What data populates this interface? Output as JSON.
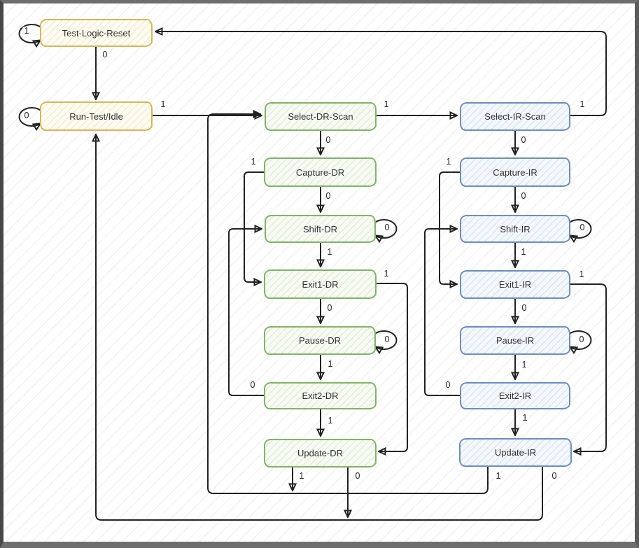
{
  "diagram": {
    "kind": "state-machine",
    "columns": [
      "reset-idle",
      "data-register-scan",
      "instruction-register-scan"
    ]
  },
  "colors": {
    "yellow_border": "#d6b656",
    "yellow_fill": "#fffcf3",
    "green_border": "#82b366",
    "green_fill": "#f7fbf4",
    "blue_border": "#6c8ebf",
    "blue_fill": "#f4f8fd",
    "edge_stroke": "#222222",
    "frame_gray": "#6e6e6e"
  },
  "nodes": [
    {
      "id": "test-logic-reset",
      "label": "Test-Logic-Reset",
      "group": "yellow"
    },
    {
      "id": "run-test-idle",
      "label": "Run-Test/Idle",
      "group": "yellow"
    },
    {
      "id": "select-dr-scan",
      "label": "Select-DR-Scan",
      "group": "green"
    },
    {
      "id": "capture-dr",
      "label": "Capture-DR",
      "group": "green"
    },
    {
      "id": "shift-dr",
      "label": "Shift-DR",
      "group": "green"
    },
    {
      "id": "exit1-dr",
      "label": "Exit1-DR",
      "group": "green"
    },
    {
      "id": "pause-dr",
      "label": "Pause-DR",
      "group": "green"
    },
    {
      "id": "exit2-dr",
      "label": "Exit2-DR",
      "group": "green"
    },
    {
      "id": "update-dr",
      "label": "Update-DR",
      "group": "green"
    },
    {
      "id": "select-ir-scan",
      "label": "Select-IR-Scan",
      "group": "blue"
    },
    {
      "id": "capture-ir",
      "label": "Capture-IR",
      "group": "blue"
    },
    {
      "id": "shift-ir",
      "label": "Shift-IR",
      "group": "blue"
    },
    {
      "id": "exit1-ir",
      "label": "Exit1-IR",
      "group": "blue"
    },
    {
      "id": "pause-ir",
      "label": "Pause-IR",
      "group": "blue"
    },
    {
      "id": "exit2-ir",
      "label": "Exit2-IR",
      "group": "blue"
    },
    {
      "id": "update-ir",
      "label": "Update-IR",
      "group": "blue"
    }
  ],
  "edges": [
    {
      "from": "test-logic-reset",
      "to": "test-logic-reset",
      "text": "1"
    },
    {
      "from": "test-logic-reset",
      "to": "run-test-idle",
      "text": "0"
    },
    {
      "from": "run-test-idle",
      "to": "run-test-idle",
      "text": "0"
    },
    {
      "from": "run-test-idle",
      "to": "select-dr-scan",
      "text": "1"
    },
    {
      "from": "select-dr-scan",
      "to": "select-ir-scan",
      "text": "1"
    },
    {
      "from": "select-ir-scan",
      "to": "test-logic-reset",
      "text": "1"
    },
    {
      "from": "select-dr-scan",
      "to": "capture-dr",
      "text": "0"
    },
    {
      "from": "select-ir-scan",
      "to": "capture-ir",
      "text": "0"
    },
    {
      "from": "capture-dr",
      "to": "exit1-dr",
      "text": "1"
    },
    {
      "from": "capture-ir",
      "to": "exit1-ir",
      "text": "1"
    },
    {
      "from": "capture-dr",
      "to": "shift-dr",
      "text": "0"
    },
    {
      "from": "capture-ir",
      "to": "shift-ir",
      "text": "0"
    },
    {
      "from": "shift-dr",
      "to": "shift-dr",
      "text": "0"
    },
    {
      "from": "shift-ir",
      "to": "shift-ir",
      "text": "0"
    },
    {
      "from": "shift-dr",
      "to": "exit1-dr",
      "text": "1"
    },
    {
      "from": "shift-ir",
      "to": "exit1-ir",
      "text": "1"
    },
    {
      "from": "exit1-dr",
      "to": "update-dr",
      "text": "1"
    },
    {
      "from": "exit1-ir",
      "to": "update-ir",
      "text": "1"
    },
    {
      "from": "exit1-dr",
      "to": "pause-dr",
      "text": "0"
    },
    {
      "from": "exit1-ir",
      "to": "pause-ir",
      "text": "0"
    },
    {
      "from": "pause-dr",
      "to": "pause-dr",
      "text": "0"
    },
    {
      "from": "pause-ir",
      "to": "pause-ir",
      "text": "0"
    },
    {
      "from": "pause-dr",
      "to": "exit2-dr",
      "text": "1"
    },
    {
      "from": "pause-ir",
      "to": "exit2-ir",
      "text": "1"
    },
    {
      "from": "exit2-dr",
      "to": "shift-dr",
      "text": "0"
    },
    {
      "from": "exit2-ir",
      "to": "shift-ir",
      "text": "0"
    },
    {
      "from": "exit2-dr",
      "to": "update-dr",
      "text": "1"
    },
    {
      "from": "exit2-ir",
      "to": "update-ir",
      "text": "1"
    },
    {
      "from": "update-dr",
      "to": "select-dr-scan",
      "text": "1"
    },
    {
      "from": "update-dr",
      "to": "run-test-idle",
      "text": "0"
    },
    {
      "from": "update-ir",
      "to": "select-dr-scan",
      "text": "1"
    },
    {
      "from": "update-ir",
      "to": "run-test-idle",
      "text": "0"
    }
  ]
}
